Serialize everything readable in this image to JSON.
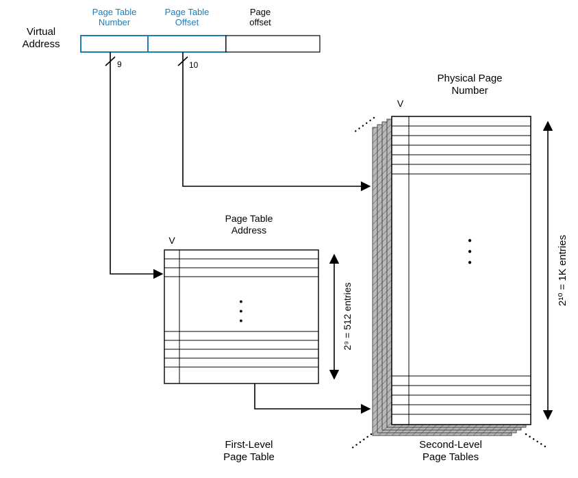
{
  "colors": {
    "accent": "#1b7db6",
    "line": "#000000",
    "stack_fill": "#b9b9b9"
  },
  "virtual_address": {
    "label": "Virtual\nAddress",
    "fields": [
      {
        "label": "Page Table\nNumber",
        "bits": "9"
      },
      {
        "label": "Page Table\nOffset",
        "bits": "10"
      },
      {
        "label": "Page\noffset"
      }
    ]
  },
  "first_level": {
    "v_header": "V",
    "column_header": "Page Table\nAddress",
    "ellipsis": "●\n●\n●",
    "entries_label": "2⁹ = 512 entries",
    "caption": "First-Level\nPage Table"
  },
  "second_level": {
    "v_header": "V",
    "column_header": "Physical Page\nNumber",
    "ellipsis": "●\n●\n●",
    "entries_label": "2¹⁰ = 1K entries",
    "caption": "Second-Level\nPage Tables"
  }
}
